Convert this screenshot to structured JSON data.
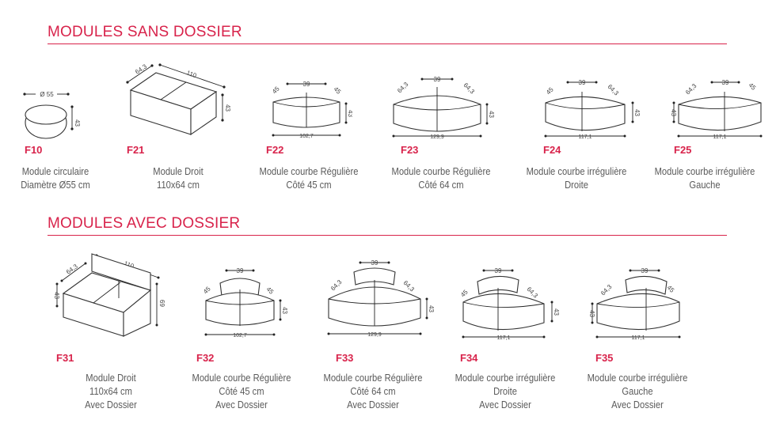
{
  "sections": [
    {
      "title": "MODULES SANS DOSSIER"
    },
    {
      "title": "MODULES AVEC DOSSIER"
    }
  ],
  "products": {
    "F10": {
      "code": "F10",
      "lines": [
        "Module circulaire",
        "Diamètre Ø55 cm"
      ],
      "dims": {
        "diameter": "Ø 55",
        "height": "43"
      }
    },
    "F21": {
      "code": "F21",
      "lines": [
        "Module Droit",
        "110x64 cm"
      ],
      "dims": {
        "depth": "64,3",
        "length": "110",
        "height": "43"
      }
    },
    "F22": {
      "code": "F22",
      "lines": [
        "Module courbe Régulière",
        "Côté 45 cm"
      ],
      "dims": {
        "side_left": "45",
        "top": "39",
        "side_right": "45",
        "height": "43",
        "width": "102,7"
      }
    },
    "F23": {
      "code": "F23",
      "lines": [
        "Module courbe Régulière",
        "Côté 64 cm"
      ],
      "dims": {
        "side_left": "64,3",
        "top": "39",
        "side_right": "64,3",
        "height": "43",
        "width": "129,9"
      }
    },
    "F24": {
      "code": "F24",
      "lines": [
        "Module courbe irrégulière",
        "Droite"
      ],
      "dims": {
        "side_left": "45",
        "top": "39",
        "side_right": "64,3",
        "height": "43",
        "width": "117,1"
      }
    },
    "F25": {
      "code": "F25",
      "lines": [
        "Module courbe irrégulière",
        "Gauche"
      ],
      "dims": {
        "side_left": "64,3",
        "top": "39",
        "side_right": "45",
        "height": "43",
        "width": "117,1"
      }
    },
    "F31": {
      "code": "F31",
      "lines": [
        "Module Droit",
        "110x64 cm",
        "Avec Dossier"
      ],
      "dims": {
        "depth": "64,3",
        "length": "110",
        "height": "43",
        "back_height": "69"
      }
    },
    "F32": {
      "code": "F32",
      "lines": [
        "Module courbe Régulière",
        "Côté 45 cm",
        "Avec Dossier"
      ],
      "dims": {
        "side_left": "45",
        "top": "39",
        "side_right": "45",
        "height": "43",
        "width": "102,7"
      }
    },
    "F33": {
      "code": "F33",
      "lines": [
        "Module courbe Régulière",
        "Côté 64 cm",
        "Avec Dossier"
      ],
      "dims": {
        "side_left": "64,3",
        "top": "39",
        "side_right": "64,3",
        "height": "43",
        "width": "129,9"
      }
    },
    "F34": {
      "code": "F34",
      "lines": [
        "Module courbe irrégulière",
        "Droite",
        "Avec Dossier"
      ],
      "dims": {
        "side_left": "45",
        "top": "39",
        "side_right": "64,3",
        "height": "43",
        "width": "117,1"
      }
    },
    "F35": {
      "code": "F35",
      "lines": [
        "Module courbe irrégulière",
        "Gauche",
        "Avec Dossier"
      ],
      "dims": {
        "side_left": "64,3",
        "top": "39",
        "side_right": "45",
        "height": "43",
        "width": "117,1"
      }
    }
  }
}
